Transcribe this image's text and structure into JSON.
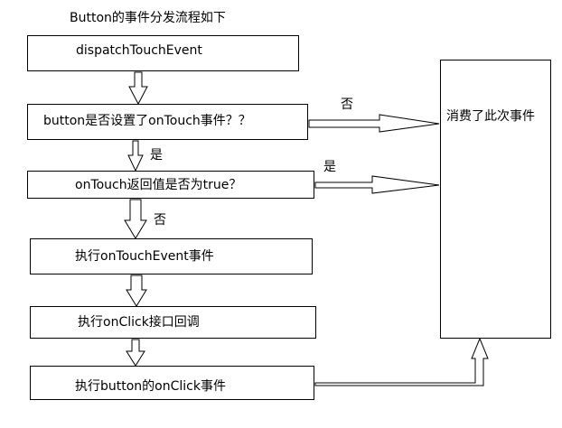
{
  "title": "Button的事件分发流程如下",
  "boxes": {
    "dispatch": "dispatchTouchEvent",
    "has_ontouch": "button是否设置了onTouch事件？？",
    "ontouch_return": "onTouch返回值是否为true？",
    "exec_ontouchevent": "执行onTouchEvent事件",
    "exec_onclick_interface": "执行onClick接口回调",
    "exec_button_onclick": "执行button的onClick事件",
    "consumed": "消费了此次事件"
  },
  "edge_labels": {
    "no_1": "否",
    "yes_1": "是",
    "yes_2": "是",
    "no_2": "否"
  }
}
